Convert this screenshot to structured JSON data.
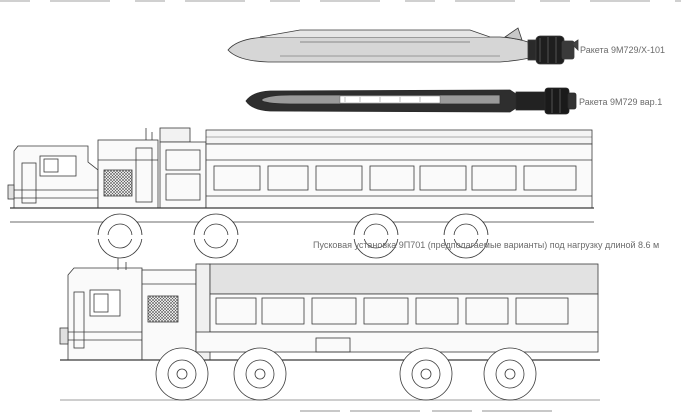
{
  "labels": {
    "missile_1": "Ракета 9М729/Х-101",
    "missile_2": "Ракета 9М729 вар.1",
    "launcher": "Пусковая установка 9П701 (предполагаемые варианты) под нагрузку длиной 8.6 м"
  },
  "colors": {
    "ink": "#3a3a3a",
    "missile_body": "#d4d4d4",
    "missile_dark": "#1e1e1e",
    "cover": "#e2e2e2",
    "label": "#6b6b6b"
  }
}
